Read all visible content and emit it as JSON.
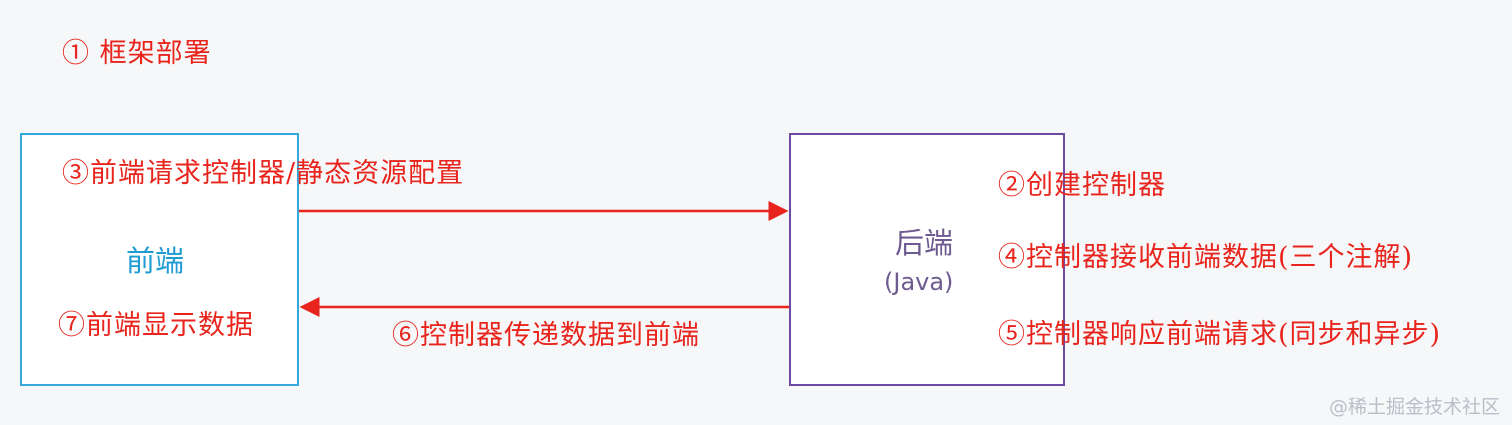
{
  "steps": {
    "step1": "① 框架部署",
    "step2": "②创建控制器",
    "step3": "③前端请求控制器/静态资源配置",
    "step4": "④控制器接收前端数据(三个注解)",
    "step5": "⑤控制器响应前端请求(同步和异步)",
    "step6": "⑥控制器传递数据到前端",
    "step7": "⑦前端显示数据"
  },
  "nodes": {
    "frontend": {
      "label": "前端"
    },
    "backend": {
      "label": "后端",
      "sublabel": "(Java)"
    }
  },
  "watermark": "@稀土掘金技术社区",
  "colors": {
    "accent": "#e8241c",
    "frontend": "#38a8d8",
    "backend": "#6f4aa0",
    "background": "#f6f7f9"
  }
}
